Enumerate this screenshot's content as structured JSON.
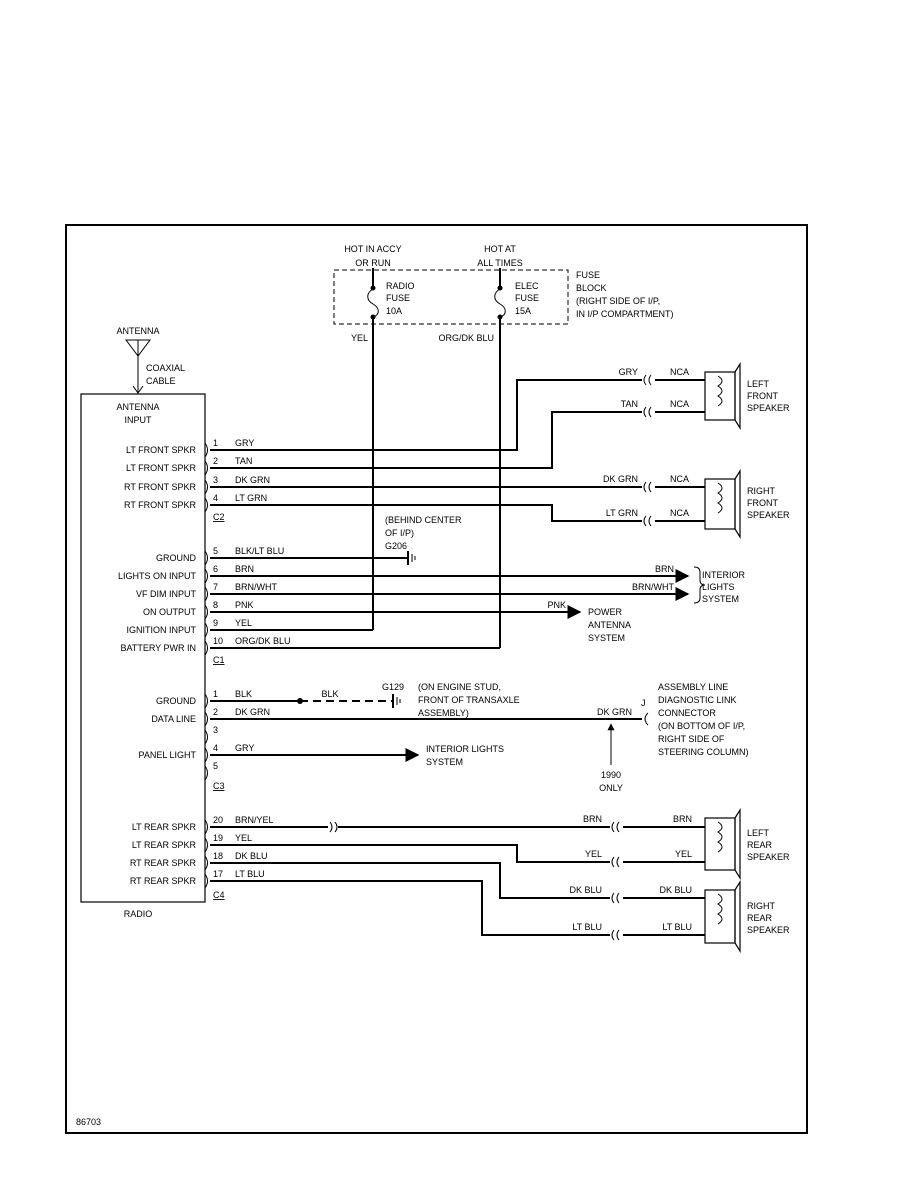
{
  "fuse_area": {
    "hot_accy_l1": "HOT IN ACCY",
    "hot_accy_l2": "OR RUN",
    "hot_all_l1": "HOT AT",
    "hot_all_l2": "ALL TIMES",
    "radio_fuse": [
      "RADIO",
      "FUSE",
      "10A"
    ],
    "elec_fuse": [
      "ELEC",
      "FUSE",
      "15A"
    ],
    "block_label": [
      "FUSE",
      "BLOCK",
      "(RIGHT SIDE OF I/P,",
      "IN I/P COMPARTMENT)"
    ],
    "wire_yel": "YEL",
    "wire_org": "ORG/DK BLU"
  },
  "antenna": {
    "label": "ANTENNA",
    "cable": [
      "COAXIAL",
      "CABLE"
    ],
    "input": [
      "ANTENNA",
      "INPUT"
    ]
  },
  "radio": {
    "label": "RADIO",
    "c2": {
      "name": "C2",
      "pins": [
        {
          "func": "LT FRONT SPKR",
          "num": "1",
          "color": "GRY"
        },
        {
          "func": "LT FRONT SPKR",
          "num": "2",
          "color": "TAN"
        },
        {
          "func": "RT FRONT SPKR",
          "num": "3",
          "color": "DK GRN"
        },
        {
          "func": "RT FRONT SPKR",
          "num": "4",
          "color": "LT GRN"
        }
      ]
    },
    "c1": {
      "name": "C1",
      "pins": [
        {
          "func": "GROUND",
          "num": "5",
          "color": "BLK/LT BLU"
        },
        {
          "func": "LIGHTS ON INPUT",
          "num": "6",
          "color": "BRN"
        },
        {
          "func": "VF DIM INPUT",
          "num": "7",
          "color": "BRN/WHT"
        },
        {
          "func": "ON OUTPUT",
          "num": "8",
          "color": "PNK"
        },
        {
          "func": "IGNITION INPUT",
          "num": "9",
          "color": "YEL"
        },
        {
          "func": "BATTERY PWR IN",
          "num": "10",
          "color": "ORG/DK BLU"
        }
      ]
    },
    "c3": {
      "name": "C3",
      "pins": [
        {
          "func": "GROUND",
          "num": "1",
          "color": "BLK"
        },
        {
          "func": "DATA LINE",
          "num": "2",
          "color": "DK GRN"
        },
        {
          "func": "",
          "num": "3",
          "color": ""
        },
        {
          "func": "PANEL LIGHT",
          "num": "4",
          "color": "GRY"
        },
        {
          "func": "",
          "num": "5",
          "color": ""
        }
      ]
    },
    "c4": {
      "name": "C4",
      "pins": [
        {
          "func": "LT REAR SPKR",
          "num": "20",
          "color": "BRN/YEL"
        },
        {
          "func": "LT REAR SPKR",
          "num": "19",
          "color": "YEL"
        },
        {
          "func": "RT REAR SPKR",
          "num": "18",
          "color": "DK BLU"
        },
        {
          "func": "RT REAR SPKR",
          "num": "17",
          "color": "LT BLU"
        }
      ]
    }
  },
  "front_speakers": {
    "left": {
      "label": [
        "LEFT",
        "FRONT",
        "SPEAKER"
      ],
      "wires": [
        {
          "color": "GRY",
          "nca": "NCA"
        },
        {
          "color": "TAN",
          "nca": "NCA"
        }
      ]
    },
    "right": {
      "label": [
        "RIGHT",
        "FRONT",
        "SPEAKER"
      ],
      "wires": [
        {
          "color": "DK GRN",
          "nca": "NCA"
        },
        {
          "color": "LT GRN",
          "nca": "NCA"
        }
      ]
    }
  },
  "g206": {
    "note": [
      "(BEHIND CENTER",
      "OF I/P)"
    ],
    "name": "G206"
  },
  "interior_lights_top": {
    "brn": "BRN",
    "brnwht": "BRN/WHT",
    "label": [
      "INTERIOR",
      "LIGHTS",
      "SYSTEM"
    ]
  },
  "power_antenna": {
    "pnk": "PNK",
    "label": [
      "POWER",
      "ANTENNA",
      "SYSTEM"
    ]
  },
  "g129": {
    "blk": "BLK",
    "name": "G129",
    "note": [
      "(ON ENGINE STUD,",
      "FRONT OF TRANSAXLE",
      "ASSEMBLY)"
    ]
  },
  "dlc": {
    "wire": "DK GRN",
    "pin": "J",
    "label": [
      "ASSEMBLY LINE",
      "DIAGNOSTIC LINK",
      "CONNECTOR",
      "(ON BOTTOM OF I/P,",
      "RIGHT SIDE OF",
      "STEERING COLUMN)"
    ],
    "year_note": [
      "1990",
      "ONLY"
    ]
  },
  "interior_lights_bottom": {
    "label": [
      "INTERIOR LIGHTS",
      "SYSTEM"
    ]
  },
  "rear_speakers": {
    "left": {
      "label": [
        "LEFT",
        "REAR",
        "SPEAKER"
      ],
      "wires": [
        {
          "left": "BRN",
          "right": "BRN"
        },
        {
          "left": "YEL",
          "right": "YEL"
        }
      ]
    },
    "right": {
      "label": [
        "RIGHT",
        "REAR",
        "SPEAKER"
      ],
      "wires": [
        {
          "left": "DK BLU",
          "right": "DK BLU"
        },
        {
          "left": "LT BLU",
          "right": "LT BLU"
        }
      ]
    }
  },
  "figure_id": "86703"
}
